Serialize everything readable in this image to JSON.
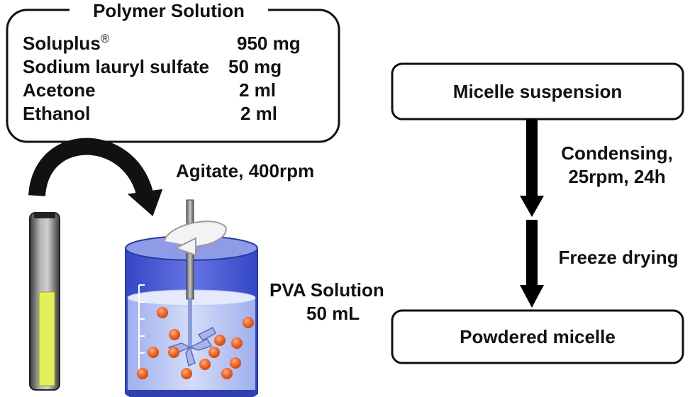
{
  "polymer_solution": {
    "title": "Polymer Solution",
    "ingredients": [
      {
        "name": "Soluplus",
        "mark": "®",
        "amount": "950 mg"
      },
      {
        "name": "Sodium lauryl sulfate",
        "amount": "50 mg"
      },
      {
        "name": "Acetone",
        "amount": "2 ml"
      },
      {
        "name": "Ethanol",
        "amount": "2 ml"
      }
    ]
  },
  "agitate_label": "Agitate, 400rpm",
  "pva": {
    "line1": "PVA Solution",
    "line2": "50 mL"
  },
  "flow": {
    "step1": "Micelle suspension",
    "arrow1_line1": "Condensing,",
    "arrow1_line2": "25rpm, 24h",
    "arrow2": "Freeze drying",
    "step2": "Powdered micelle"
  },
  "colors": {
    "beaker_blue": "#3d52c9",
    "liquid_blue": "#b6c1f2",
    "tube_fill": "#e3f05c",
    "particle": "#e65a1e",
    "arrow": "#000000"
  }
}
